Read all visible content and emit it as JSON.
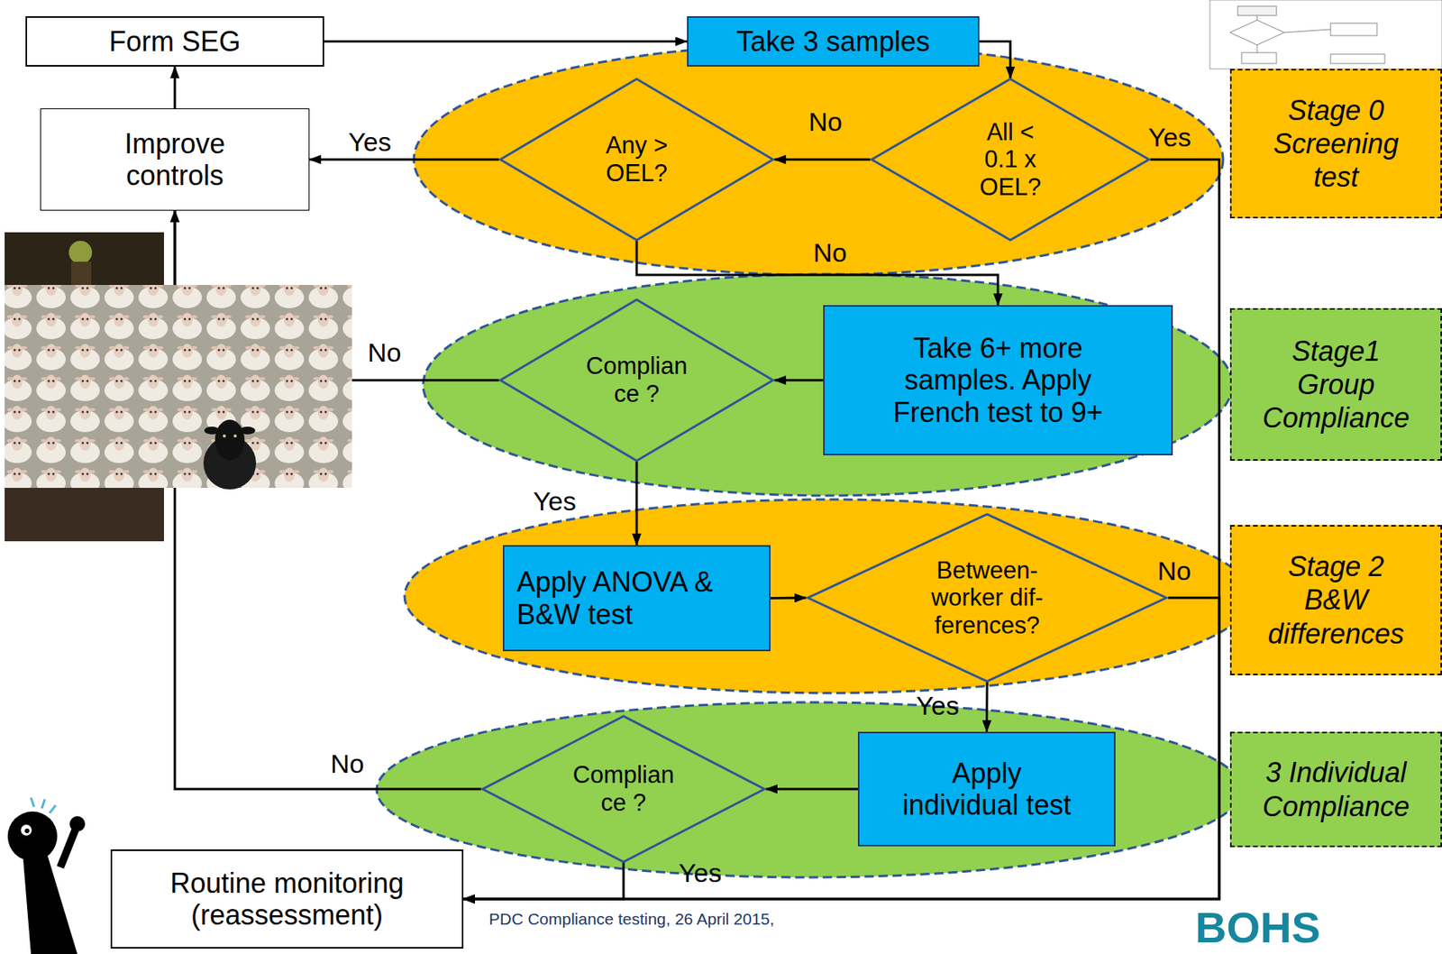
{
  "diagram": {
    "nodes": [
      {
        "text": [
          "Form SEG"
        ]
      },
      {
        "text": [
          "Take 3 samples"
        ]
      },
      {
        "text": [
          "All < 0.1 x OEL?"
        ]
      },
      {
        "text": [
          "Any > OEL?"
        ]
      },
      {
        "text": [
          "Improve controls"
        ]
      },
      {
        "text": [
          "Stage 0 Screening test"
        ]
      },
      {
        "text": [
          "Take 6+ more samples. Apply French test to 9+"
        ]
      },
      {
        "text": [
          "Complian ce ?"
        ]
      },
      {
        "text": [
          "Stage1 Group Compliance"
        ]
      },
      {
        "text": [
          "Apply ANOVA & B&W test"
        ]
      },
      {
        "text": [
          "Between- worker dif- ferences?"
        ]
      },
      {
        "text": [
          "Stage 2 B&W differences"
        ]
      },
      {
        "text": [
          "Apply individual test"
        ]
      },
      {
        "text": [
          "Complian ce ?"
        ]
      },
      {
        "text": [
          "3 Individual Compliance"
        ]
      },
      {
        "text": [
          "Routine monitoring (reassessment)"
        ]
      }
    ],
    "edges": [
      {
        "from": 0,
        "to": 1,
        "arrow": "to"
      },
      {
        "from": 1,
        "to": 2,
        "arrow": "to"
      },
      {
        "from": 2,
        "to": 3,
        "label": "No",
        "arrow": "to"
      },
      {
        "from": 3,
        "to": 4,
        "label": "Yes",
        "arrow": "to"
      },
      {
        "from": 4,
        "to": 0,
        "arrow": "to"
      },
      {
        "from": 3,
        "to": 6,
        "label": "No",
        "arrow": "to"
      },
      {
        "from": 2,
        "to": 15,
        "label": "Yes",
        "arrow": "to"
      },
      {
        "from": 6,
        "to": 7,
        "arrow": "to"
      },
      {
        "from": 7,
        "to": 4,
        "label": "No",
        "arrow": "to"
      },
      {
        "from": 7,
        "to": 9,
        "label": "Yes",
        "arrow": "to"
      },
      {
        "from": 9,
        "to": 10,
        "arrow": "to"
      },
      {
        "from": 10,
        "to": 12,
        "label": "Yes",
        "arrow": "to"
      },
      {
        "from": 10,
        "to": 15,
        "label": "No",
        "arrow": "to"
      },
      {
        "from": 12,
        "to": 13,
        "arrow": "to"
      },
      {
        "from": 13,
        "to": 4,
        "label": "No",
        "arrow": "to"
      },
      {
        "from": 13,
        "to": 15,
        "label": "Yes",
        "arrow": "to"
      }
    ],
    "labels": [
      "PDC Compliance testing, 26 April 2015,",
      "BOHS"
    ]
  }
}
